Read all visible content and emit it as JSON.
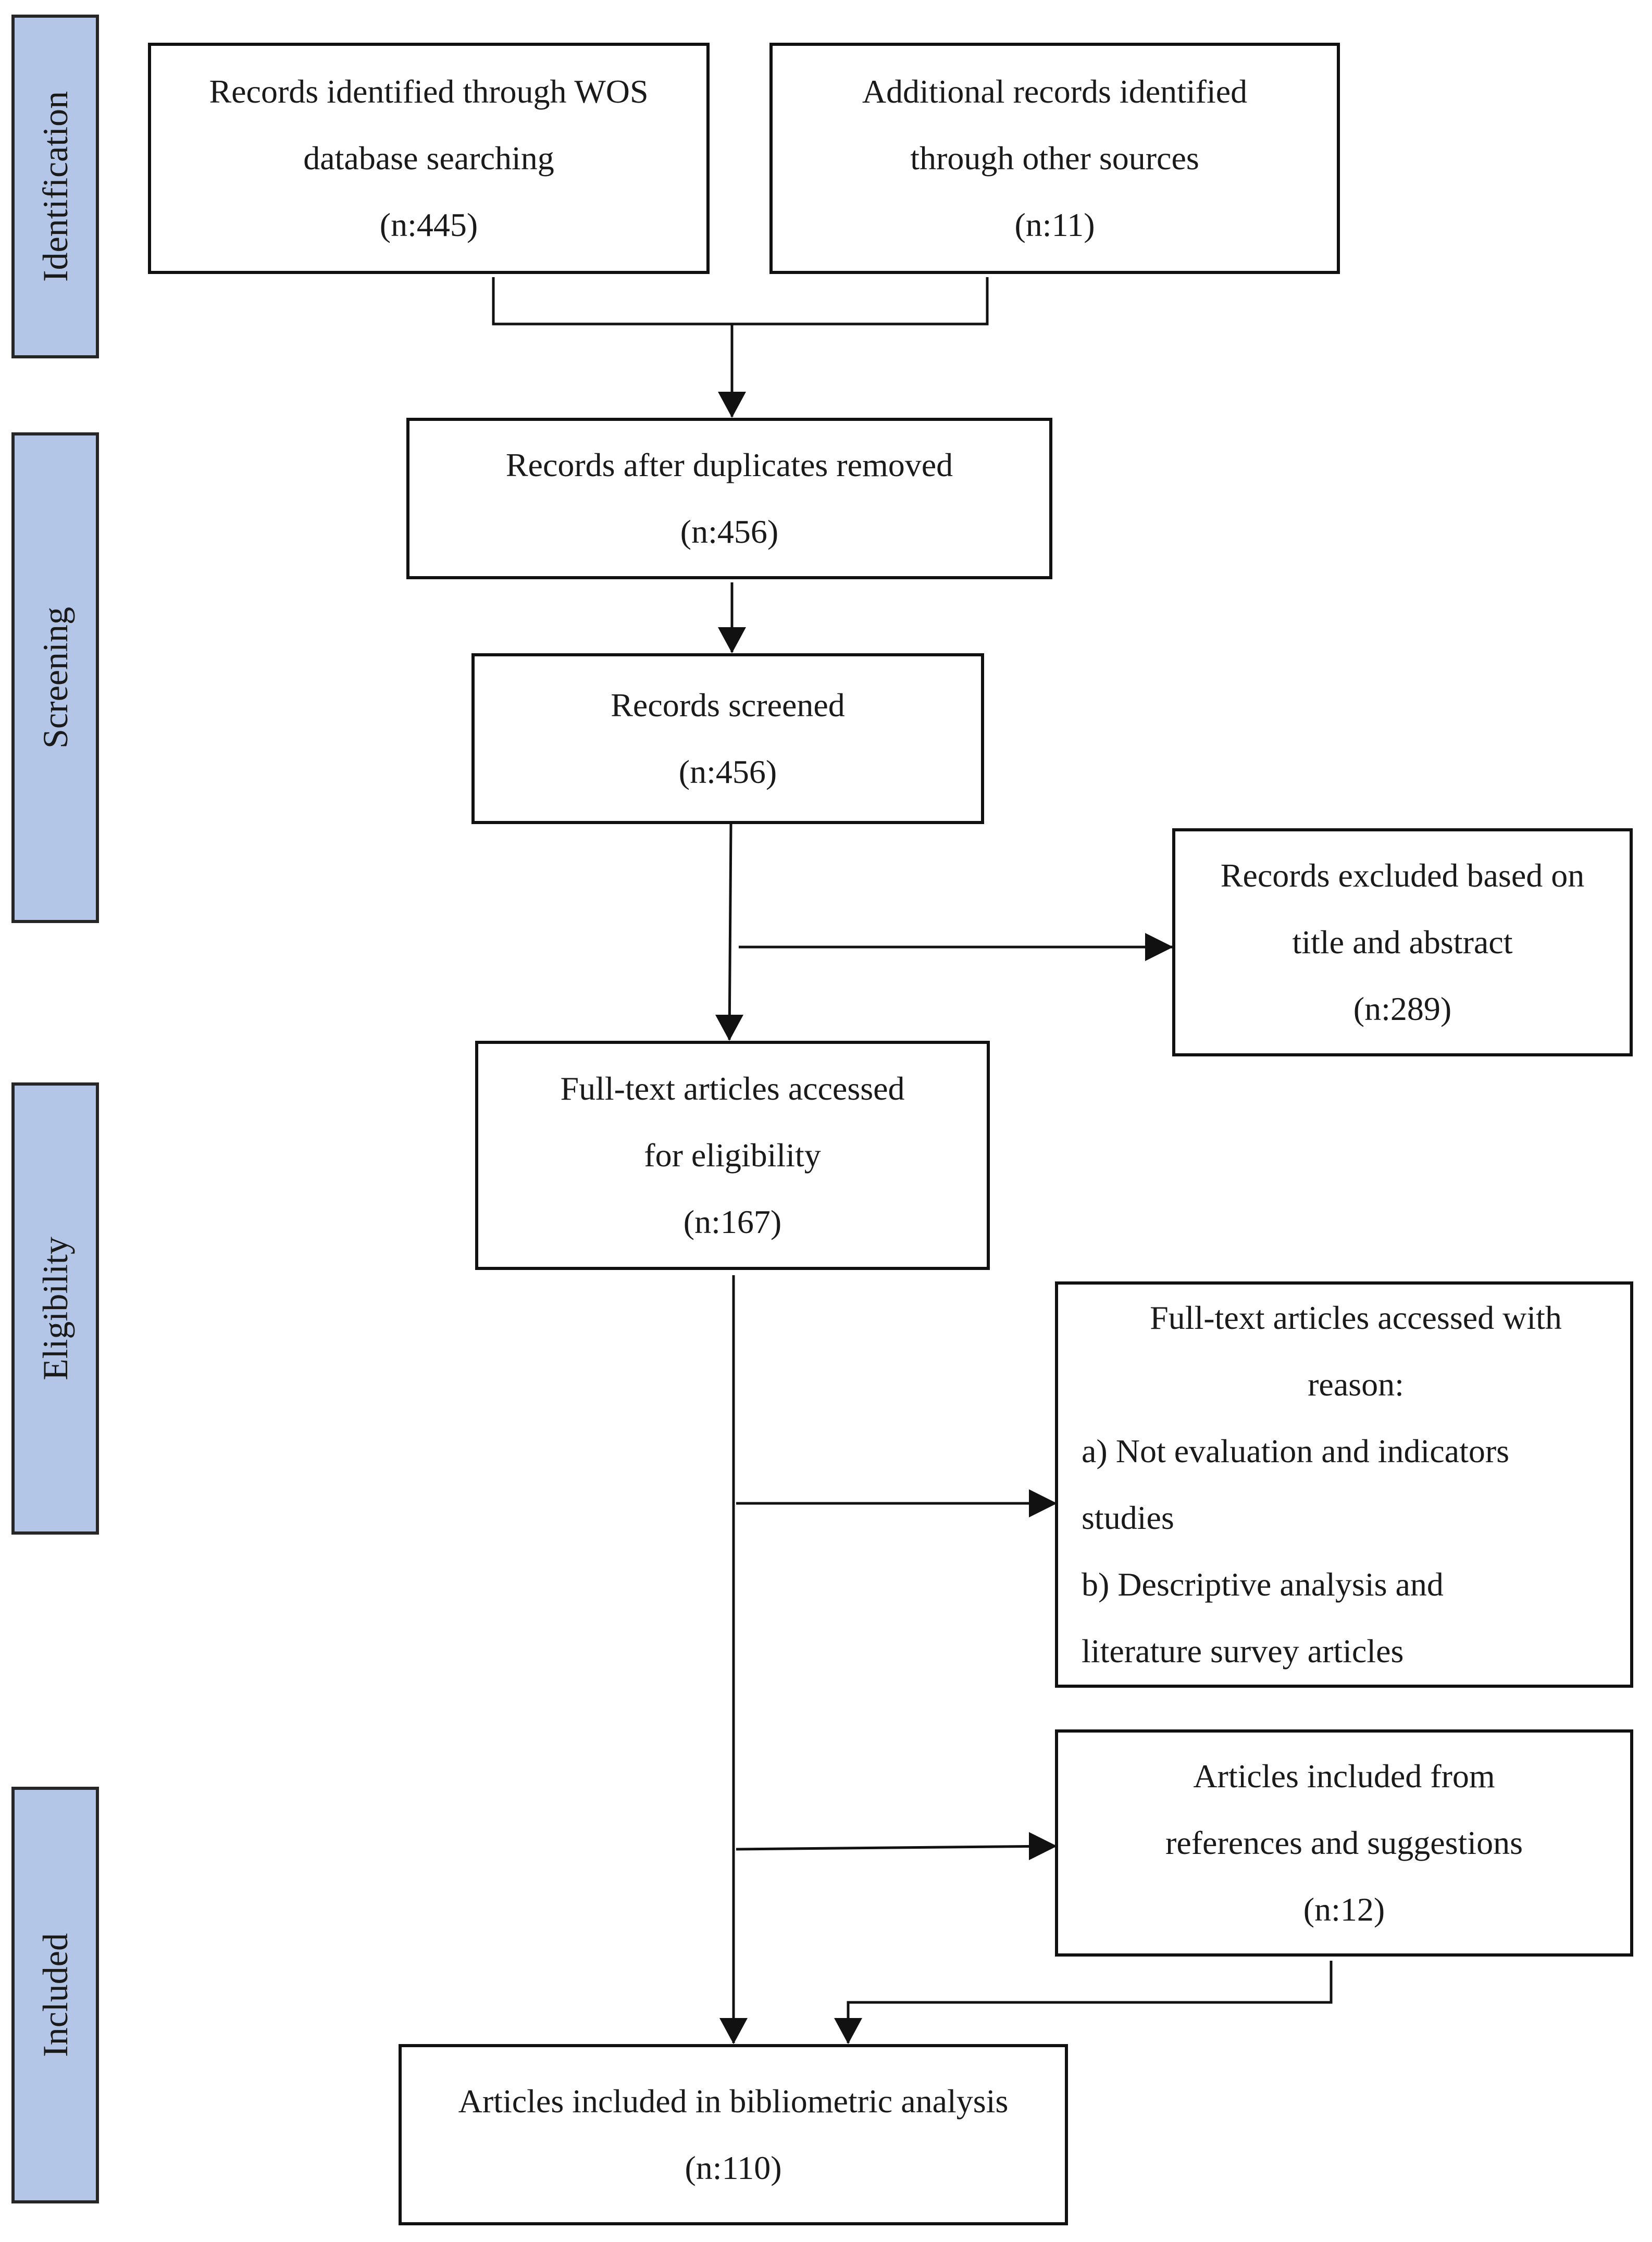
{
  "stages": {
    "identification": "Identification",
    "screening": "Screening",
    "eligibility": "Eligibility",
    "included": "Included"
  },
  "boxes": {
    "wos_records": [
      "Records identified through WOS",
      "database searching",
      "(n:445)"
    ],
    "additional_records": [
      "Additional records identified",
      "through other sources",
      "(n:11)"
    ],
    "after_duplicates": [
      "Records after duplicates removed",
      "(n:456)"
    ],
    "screened": [
      "Records screened",
      "(n:456)"
    ],
    "excluded_title_abstract": [
      "Records excluded based on",
      "title and abstract",
      "(n:289)"
    ],
    "full_text_assessed": [
      "Full-text articles accessed",
      "for eligibility",
      "(n:167)"
    ],
    "full_text_excluded": {
      "heading": [
        "Full-text articles accessed with",
        "reason:"
      ],
      "reasons": [
        "a) Not evaluation and indicators",
        "studies",
        "b) Descriptive analysis and",
        "literature survey articles"
      ]
    },
    "from_references": [
      "Articles included from",
      "references and suggestions",
      "(n:12)"
    ],
    "final_included": [
      "Articles included in bibliometric analysis",
      "(n:110)"
    ]
  }
}
